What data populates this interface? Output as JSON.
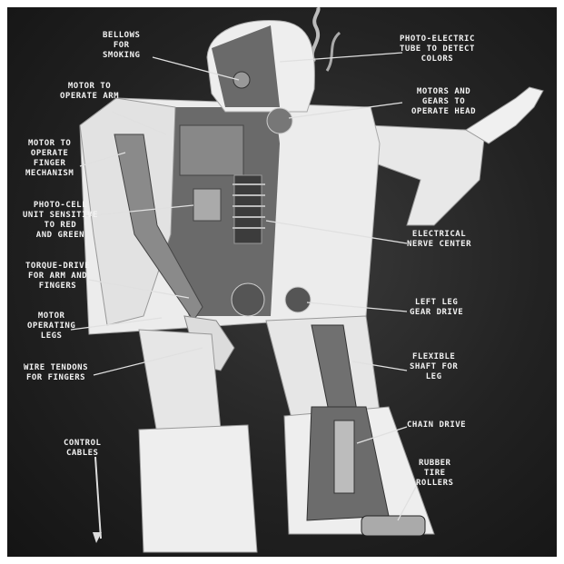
{
  "labels": {
    "bellows": "BELLOWS\nFOR\nSMOKING",
    "photo_electric": "PHOTO-ELECTRIC\nTUBE TO DETECT\nCOLORS",
    "motor_arm": "MOTOR TO\nOPERATE ARM",
    "motors_gears_head": "MOTORS AND\nGEARS TO\nOPERATE HEAD",
    "motor_finger": "MOTOR TO\nOPERATE\nFINGER\nMECHANISM",
    "photo_cell": "PHOTO-CELL\nUNIT SENSITIVE\nTO RED\nAND GREEN",
    "electrical_nerve": "ELECTRICAL\nNERVE CENTER",
    "torque_drive": "TORQUE-DRIVE\nFOR ARM AND\nFINGERS",
    "left_leg_gear": "LEFT LEG\nGEAR DRIVE",
    "motor_legs": "MOTOR\nOPERATING\nLEGS",
    "flexible_shaft": "FLEXIBLE\nSHAFT FOR\nLEG",
    "wire_tendons": "WIRE TENDONS\nFOR FINGERS",
    "chain_drive": "CHAIN DRIVE",
    "control_cables": "CONTROL\nCABLES",
    "rubber_tire": "RUBBER\nTIRE\nROLLERS"
  }
}
